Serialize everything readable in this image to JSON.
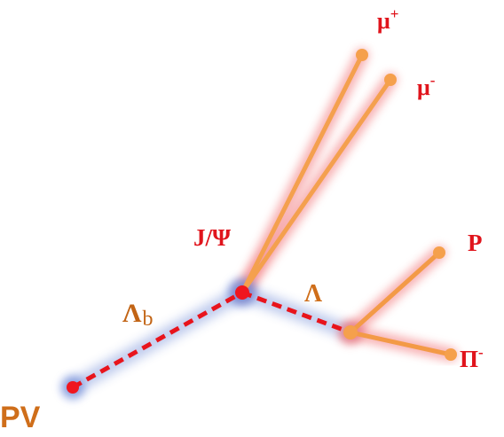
{
  "labels": {
    "mu_plus": {
      "base": "μ",
      "sup": "+"
    },
    "mu_minus": {
      "base": "μ",
      "sup": "-"
    },
    "jpsi": "J/Ψ",
    "p": "P",
    "pi": {
      "base": "Π",
      "sup": "-"
    },
    "lambda": "Λ",
    "lambda_b": {
      "base": "Λ",
      "sub": "b"
    },
    "pv": "PV"
  },
  "colors": {
    "background": "#ffffff",
    "red_label": "#e0141c",
    "orange_label": "#cf6e1a",
    "baryon_label": "#c26415",
    "dashed_track": "#e8141c",
    "muon_track": "#f4a04e",
    "hadron_track": "#f39a46",
    "track_glow": "#f2777a",
    "vertex_glow": "#6b86d6",
    "vertex": "#f0161e",
    "endpoint": "#f5a04c"
  },
  "icons": {
    "primary_vertex": "primary-vertex-dot",
    "decay_vertex": "decay-vertex-dot",
    "track_end": "track-endpoint-dot"
  }
}
